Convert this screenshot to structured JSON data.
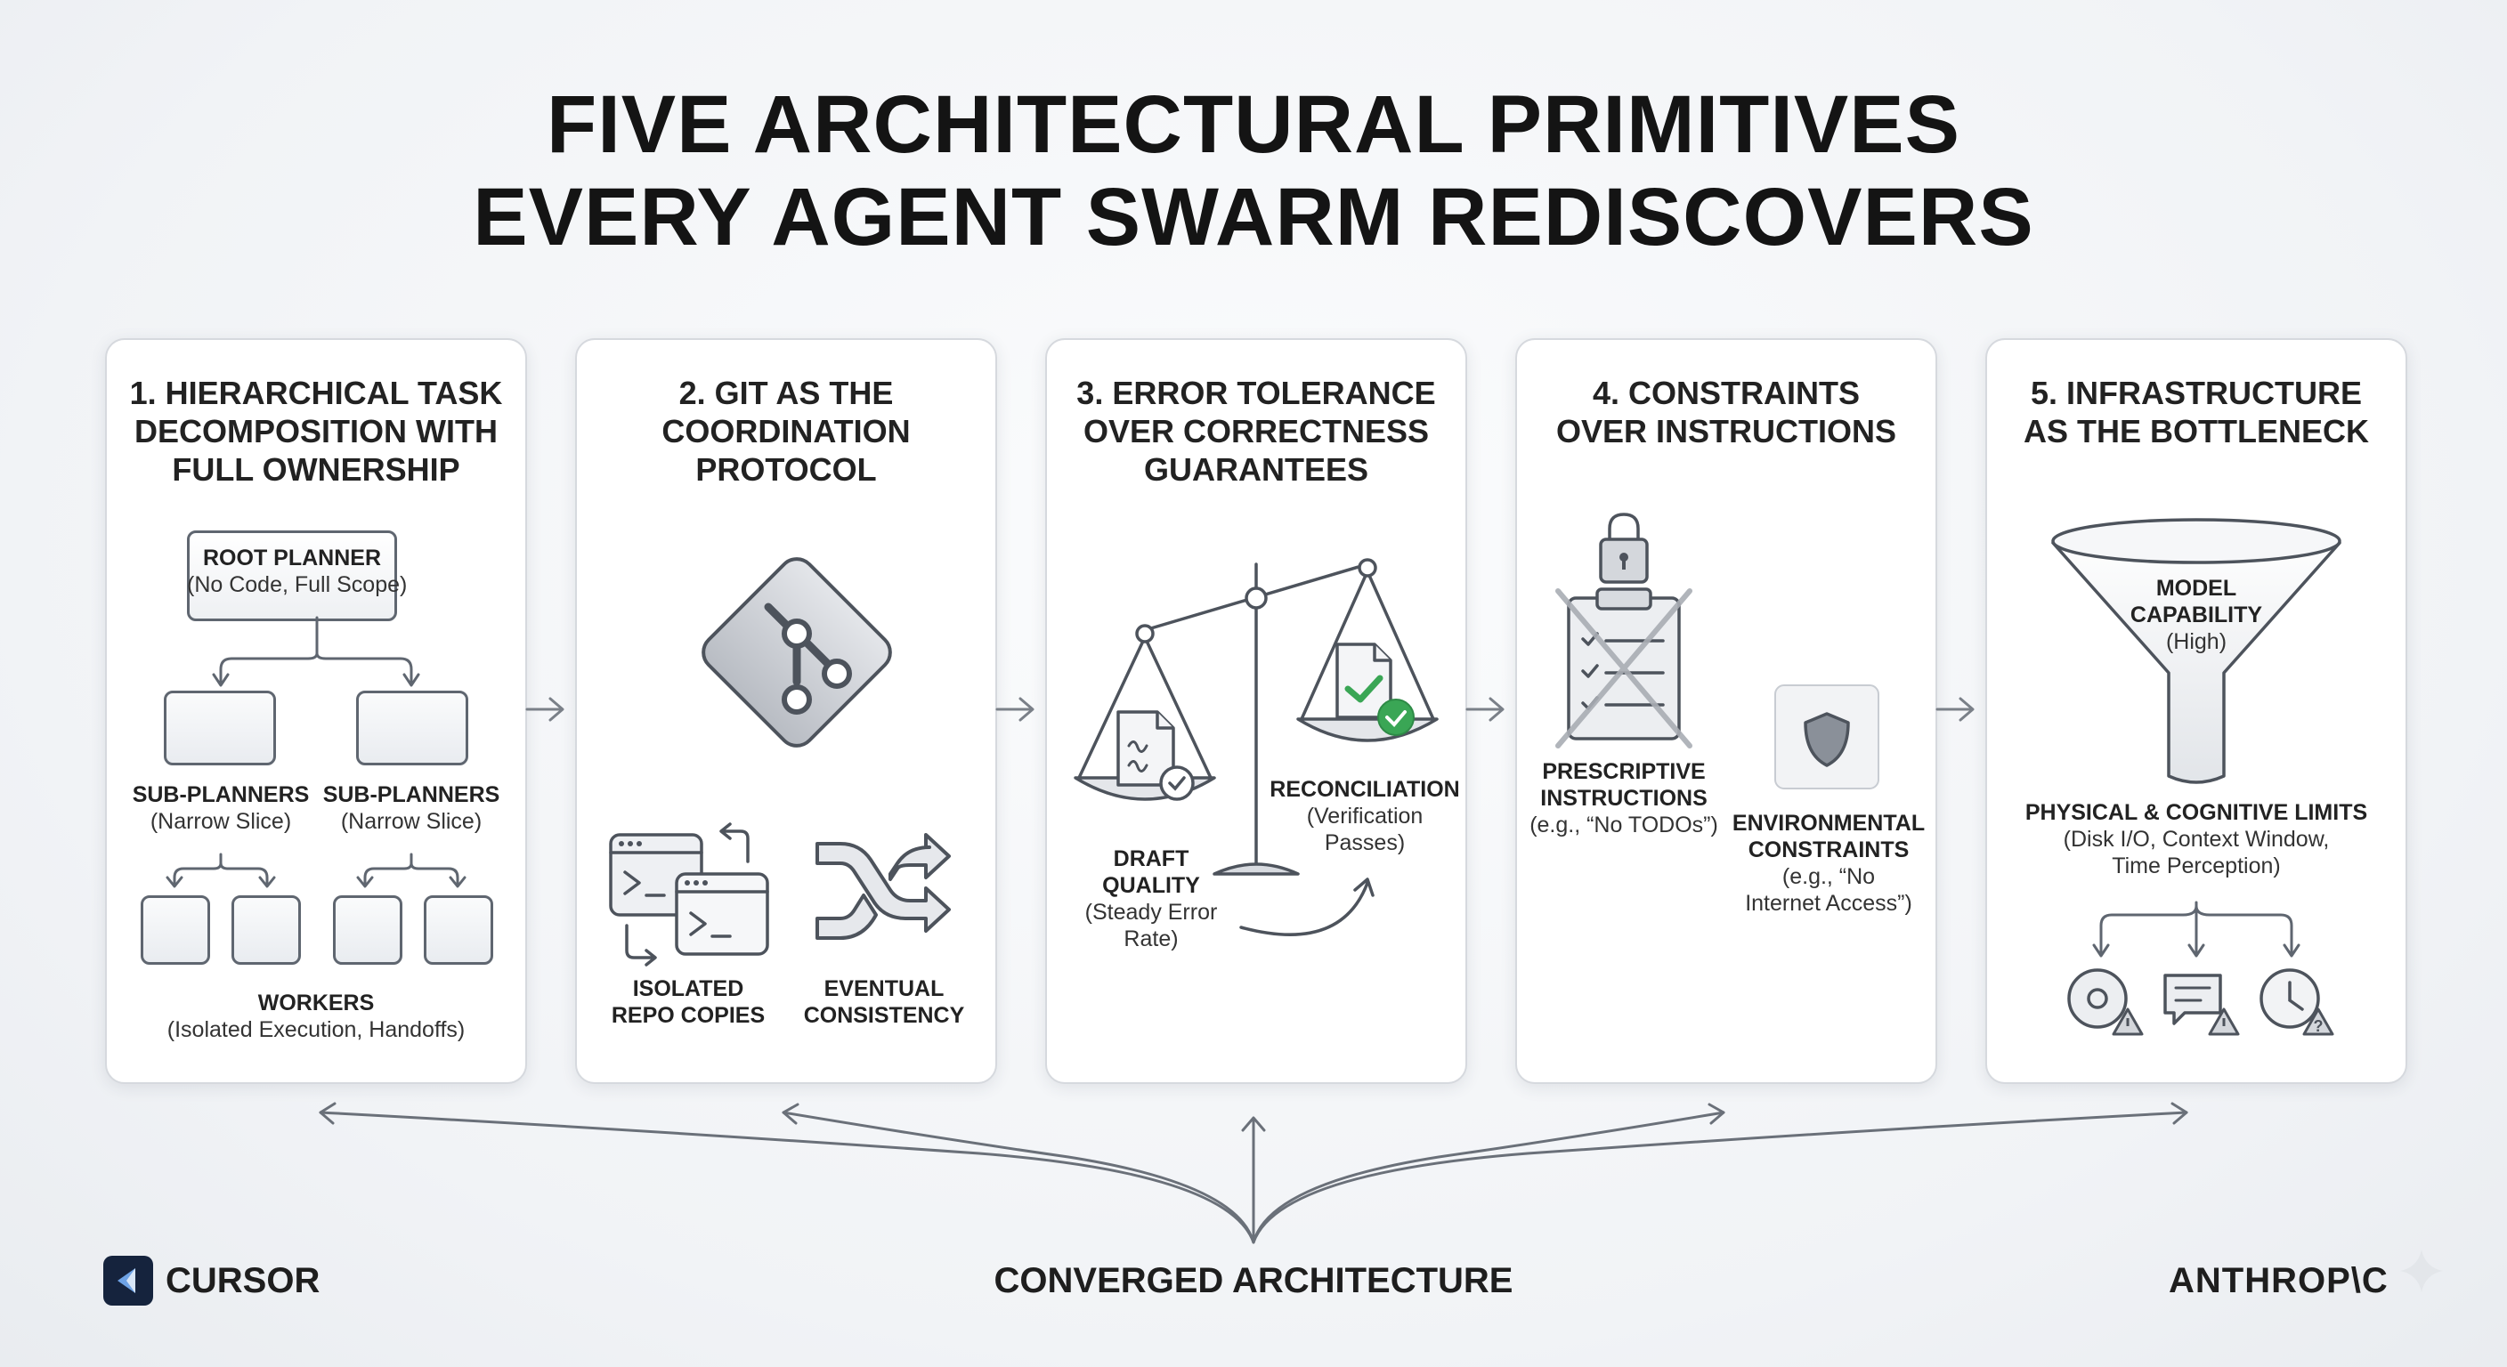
{
  "title": {
    "line1": "FIVE ARCHITECTURAL PRIMITIVES",
    "line2": "EVERY AGENT SWARM REDISCOVERS"
  },
  "panels": [
    {
      "title": [
        "1. HIERARCHICAL TASK",
        "DECOMPOSITION WITH",
        "FULL OWNERSHIP"
      ],
      "root": {
        "name": "ROOT PLANNER",
        "detail": "(No Code, Full Scope)"
      },
      "sub_planners": [
        {
          "name": "SUB-PLANNERS",
          "detail": "(Narrow Slice)"
        },
        {
          "name": "SUB-PLANNERS",
          "detail": "(Narrow Slice)"
        }
      ],
      "workers": {
        "name": "WORKERS",
        "detail": "(Isolated Execution, Handoffs)"
      }
    },
    {
      "title": [
        "2. GIT AS THE",
        "COORDINATION",
        "PROTOCOL"
      ],
      "icons": [
        "git-icon",
        "terminal-windows-icon",
        "shuffle-icon"
      ],
      "left": {
        "line1": "ISOLATED",
        "line2": "REPO COPIES"
      },
      "right": {
        "line1": "EVENTUAL",
        "line2": "CONSISTENCY"
      }
    },
    {
      "title": [
        "3. ERROR TOLERANCE",
        "OVER CORRECTNESS",
        "GUARANTEES"
      ],
      "icons": [
        "balance-scale-icon",
        "draft-document-icon",
        "verified-document-icon"
      ],
      "left": {
        "name1": "DRAFT",
        "name2": "QUALITY",
        "detail1": "(Steady Error",
        "detail2": "Rate)"
      },
      "right": {
        "name": "RECONCILIATION",
        "detail1": "(Verification",
        "detail2": "Passes)"
      }
    },
    {
      "title": [
        "4. CONSTRAINTS",
        "OVER INSTRUCTIONS"
      ],
      "icons": [
        "locked-clipboard-icon",
        "shield-icon"
      ],
      "left": {
        "name1": "PRESCRIPTIVE",
        "name2": "INSTRUCTIONS",
        "detail": "(e.g., “No TODOs”)"
      },
      "right": {
        "name1": "ENVIRONMENTAL",
        "name2": "CONSTRAINTS",
        "detail1": "(e.g., “No",
        "detail2": "Internet Access”)"
      }
    },
    {
      "title": [
        "5. INFRASTRUCTURE",
        "AS THE BOTTLENECK"
      ],
      "icons": [
        "funnel-icon",
        "disk-warning-icon",
        "chat-warning-icon",
        "clock-question-icon"
      ],
      "funnel": {
        "line1": "MODEL",
        "line2": "CAPABILITY",
        "line3": "(High)"
      },
      "limits": {
        "name": "PHYSICAL & COGNITIVE LIMITS",
        "detail1": "(Disk I/O, Context Window,",
        "detail2": "Time Perception)"
      }
    }
  ],
  "footer": {
    "left_brand": "CURSOR",
    "center": "CONVERGED ARCHITECTURE",
    "right_brand": "ANTHROP\\C"
  },
  "colors": {
    "ink": "#141414",
    "stroke": "#5f6670",
    "panel_border": "#d6d9de",
    "check_green": "#3aa655",
    "cursor_brand": "#15233d"
  }
}
